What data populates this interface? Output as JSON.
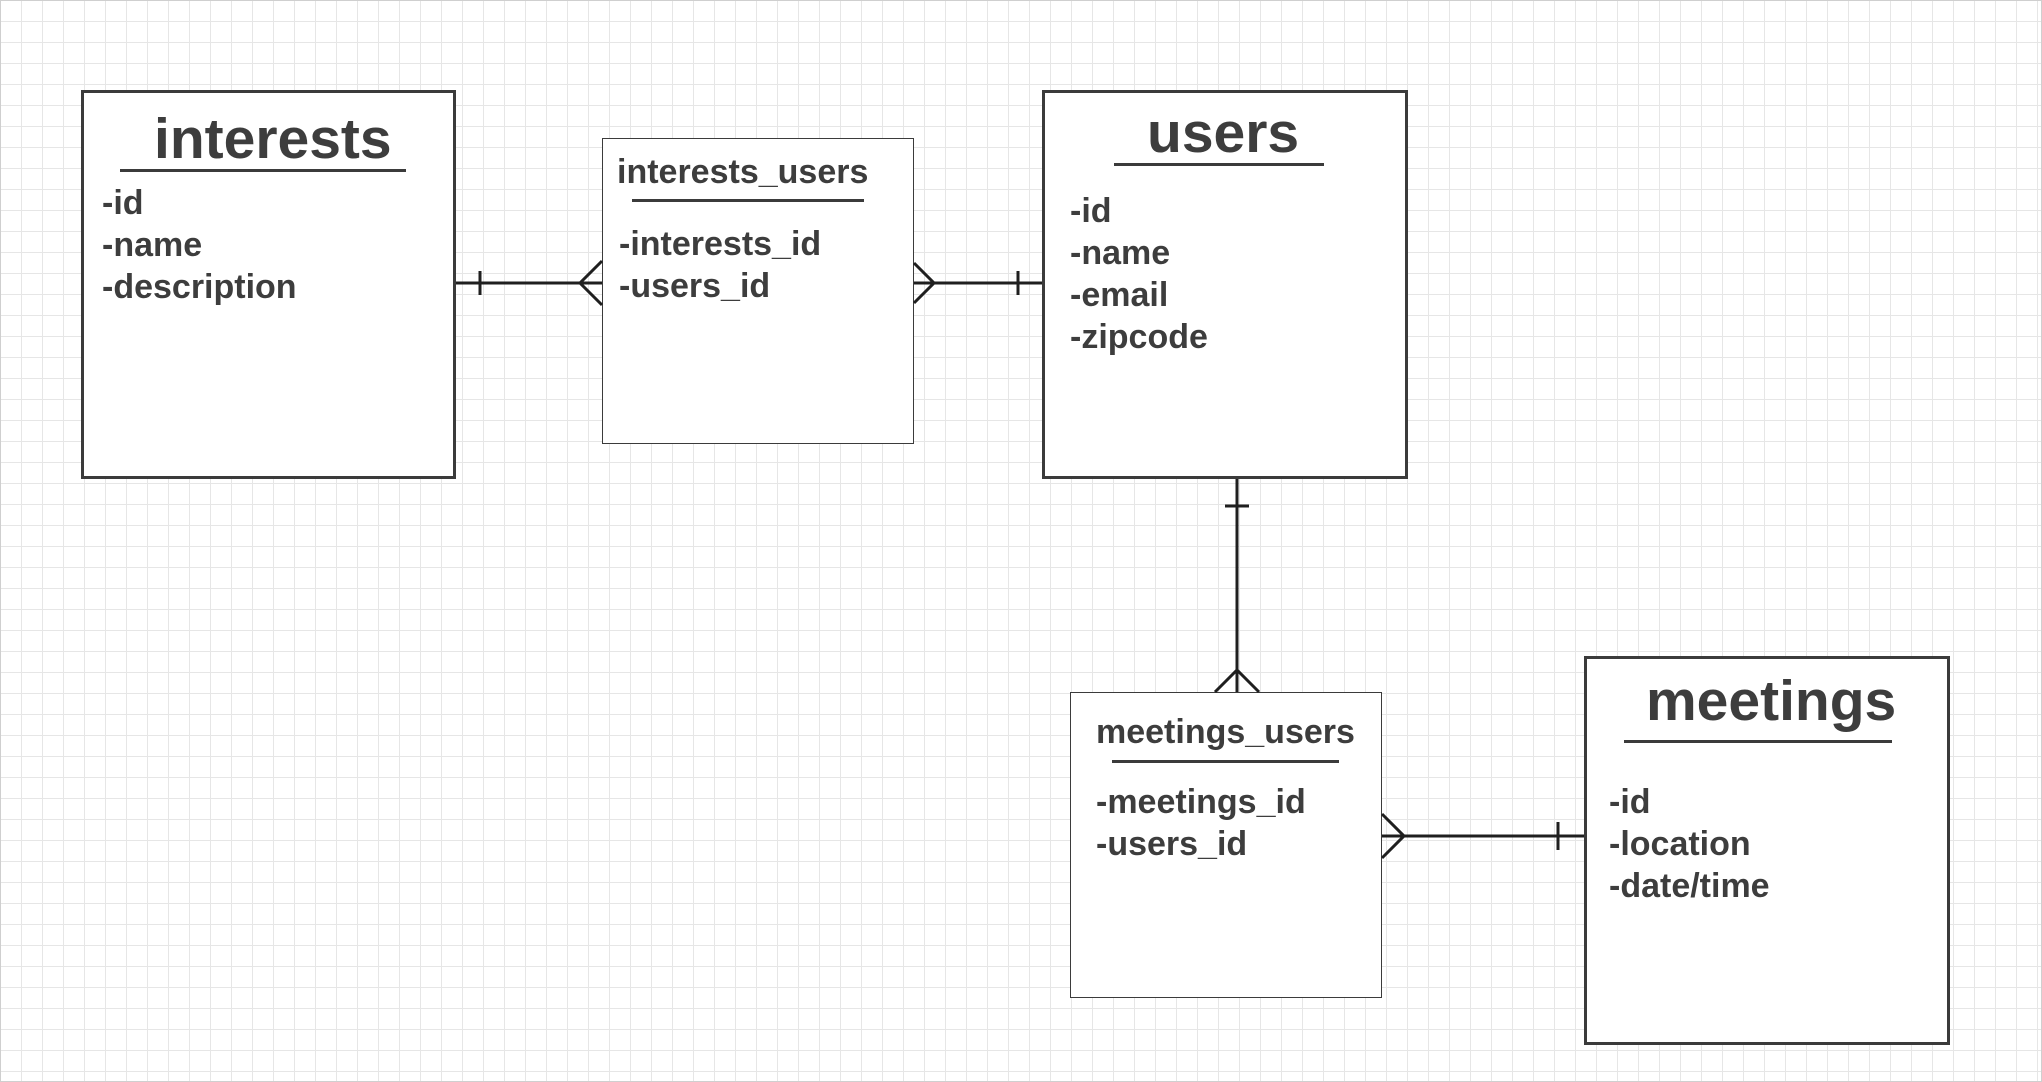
{
  "diagram": {
    "entities": {
      "interests": {
        "title": "interests",
        "attributes": [
          "-id",
          "-name",
          "-description"
        ]
      },
      "interests_users": {
        "title": "interests_users",
        "attributes": [
          "-interests_id",
          "-users_id"
        ]
      },
      "users": {
        "title": "users",
        "attributes": [
          "-id",
          "-name",
          "-email",
          "-zipcode"
        ]
      },
      "meetings_users": {
        "title": "meetings_users",
        "attributes": [
          "-meetings_id",
          "-users_id"
        ]
      },
      "meetings": {
        "title": "meetings",
        "attributes": [
          "-id",
          "-location",
          "-date/time"
        ]
      }
    },
    "relationships": [
      {
        "from": "interests",
        "from_cardinality": "one",
        "to": "interests_users",
        "to_cardinality": "many"
      },
      {
        "from": "interests_users",
        "from_cardinality": "many",
        "to": "users",
        "to_cardinality": "one"
      },
      {
        "from": "users",
        "from_cardinality": "one",
        "to": "meetings_users",
        "to_cardinality": "many"
      },
      {
        "from": "meetings_users",
        "from_cardinality": "many",
        "to": "meetings",
        "to_cardinality": "one"
      }
    ],
    "colors": {
      "grid": "#e6e6e6",
      "border": "#3b3b3b",
      "text": "#3d3d3d",
      "line": "#1f1f1f"
    }
  }
}
